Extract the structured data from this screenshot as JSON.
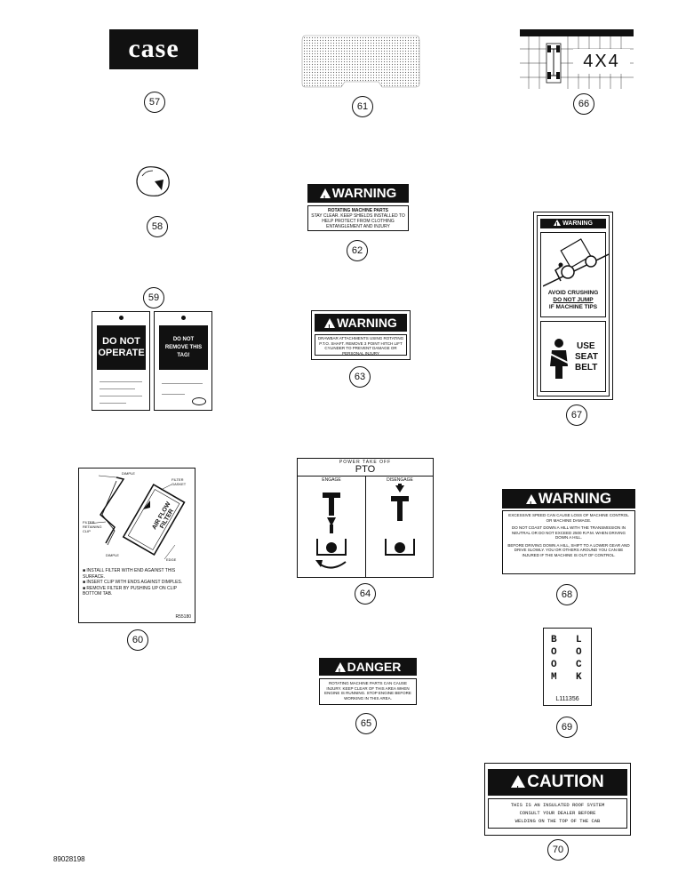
{
  "callouts": [
    "57",
    "58",
    "59",
    "60",
    "61",
    "62",
    "63",
    "64",
    "65",
    "66",
    "67",
    "68",
    "69",
    "70"
  ],
  "decal57": {
    "logo": "case"
  },
  "decal66": {
    "label": "4X4"
  },
  "decal62": {
    "header": "WARNING",
    "title": "ROTATING MACHINE PARTS",
    "body": "STAY CLEAR. KEEP SHIELDS INSTALLED TO HELP PROTECT FROM CLOTHING ENTANGLEMENT AND INJURY"
  },
  "decal63": {
    "header": "WARNING",
    "body": "DRAWBAR ATTACHMENTS USING ROTATING P.T.O. SHAFT. REMOVE 3 POINT HITCH LIFT CYLINDER TO PREVENT DAMAGE OR PERSONAL INJURY"
  },
  "decal59": {
    "tag1": "DO NOT OPERATE",
    "tag2": "DO NOT REMOVE THIS TAG!"
  },
  "decal60": {
    "label_simple": "DIMPLE",
    "label_filter_gasket": "FILTER GASKET",
    "label_filter_clip": "FILTER RETAINING CLIP",
    "label_edge": "EDGE",
    "label_dimple2": "DIMPLE",
    "filter_text": "AIR FLOW FILTER",
    "instructions": [
      "INSTALL FILTER WITH END AGAINST THIS SURFACE.",
      "INSERT CLIP WITH ENDS AGAINST DIMPLES.",
      "REMOVE FILTER BY PUSHING UP ON CLIP BOTTOM TAB."
    ],
    "part": "R55180"
  },
  "decal64": {
    "title_small": "POWER TAKE OFF",
    "title": "PTO",
    "left": "ENGAGE",
    "right": "DISENGAGE"
  },
  "decal65": {
    "header": "DANGER",
    "body": "ROTATING MACHINE PARTS CAN CAUSE INJURY. KEEP CLEAR OF THIS AREA WHEN ENGINE IS RUNNING. STOP ENGINE BEFORE WORKING IN THIS AREA."
  },
  "decal67": {
    "header": "WARNING",
    "line1": "AVOID CRUSHING",
    "line2": "DO NOT JUMP",
    "line3": "IF MACHINE TIPS",
    "use": "USE",
    "seat": "SEAT",
    "belt": "BELT"
  },
  "decal68": {
    "header": "WARNING",
    "p1": "EXCESSIVE SPEED CAN CAUSE LOSS OF MACHINE CONTROL OR MACHINE DAMAGE.",
    "p2": "DO NOT COAST DOWN A HILL WITH THE TRANSMISSION IN NEUTRAL OR DO NOT EXCEED 2500 R.P.M. WHEN DRIVING DOWN A HILL.",
    "p3": "BEFORE DRIVING DOWN A HILL, SHIFT TO A LOWER GEAR AND DRIVE SLOWLY. YOU OR OTHERS AROUND YOU CAN BE INJURED IF THE MACHINE IS OUT OF CONTROL."
  },
  "decal69": {
    "col1": [
      "B",
      "O",
      "O",
      "M"
    ],
    "col2": [
      "L",
      "O",
      "C",
      "K"
    ],
    "part": "L111356"
  },
  "decal70": {
    "header": "CAUTION",
    "line1": "THIS IS AN INSULATED ROOF SYSTEM",
    "line2": "CONSULT YOUR DEALER BEFORE",
    "line3": "WELDING ON THE TOP OF THE CAB"
  },
  "figure_number": "89028198"
}
